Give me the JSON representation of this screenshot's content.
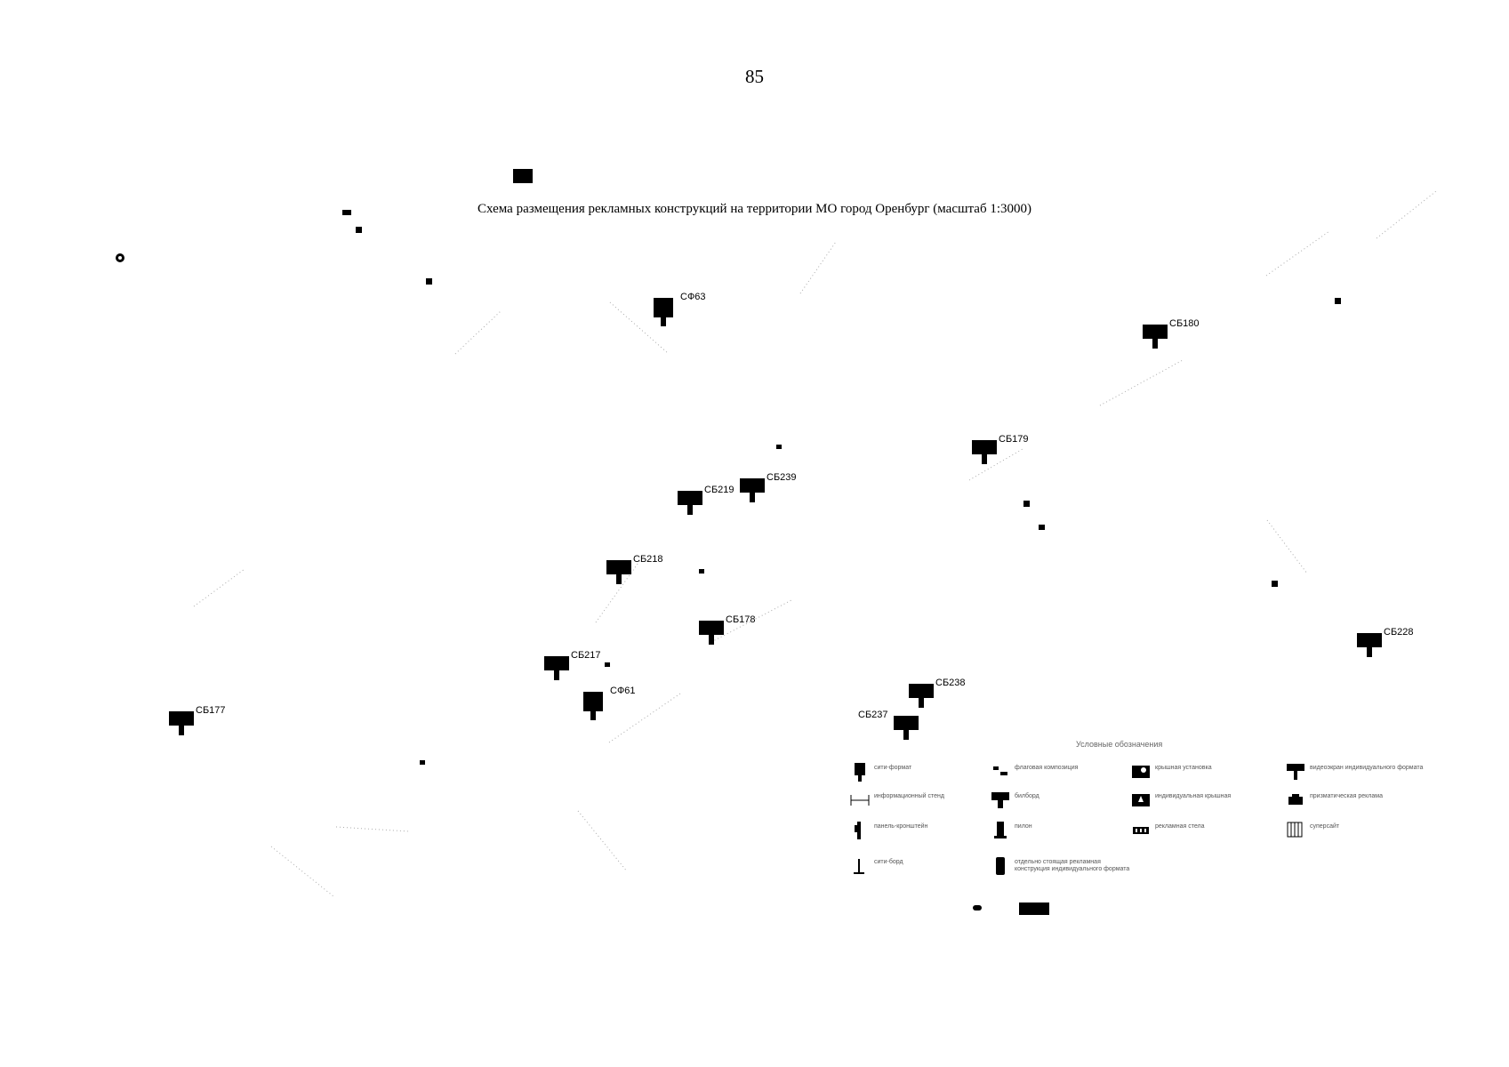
{
  "page": {
    "number": "85"
  },
  "map": {
    "title": "Схема размещения рекламных конструкций на территории МО город Оренбург (масштаб 1:3000)"
  },
  "signs": [
    {
      "code": "СФ63",
      "type": "city-format"
    },
    {
      "code": "СБ180",
      "type": "billboard"
    },
    {
      "code": "СБ179",
      "type": "billboard"
    },
    {
      "code": "СБ239",
      "type": "billboard"
    },
    {
      "code": "СБ219",
      "type": "billboard"
    },
    {
      "code": "СБ218",
      "type": "billboard"
    },
    {
      "code": "СБ178",
      "type": "billboard"
    },
    {
      "code": "СБ217",
      "type": "billboard"
    },
    {
      "code": "СФ61",
      "type": "city-format"
    },
    {
      "code": "СБ177",
      "type": "billboard"
    },
    {
      "code": "СБ238",
      "type": "billboard"
    },
    {
      "code": "СБ237",
      "type": "billboard"
    },
    {
      "code": "СБ228",
      "type": "billboard"
    }
  ],
  "legend": {
    "title": "Условные обозначения",
    "items": [
      {
        "label": "сити-формат",
        "icon": "city-format-icon"
      },
      {
        "label": "флаговая композиция",
        "icon": "flag-composition-icon"
      },
      {
        "label": "крышная установка",
        "icon": "roof-installation-icon"
      },
      {
        "label": "видеоэкран индивидуального формата",
        "icon": "video-screen-icon"
      },
      {
        "label": "информационный стенд",
        "icon": "info-stand-icon"
      },
      {
        "label": "билборд",
        "icon": "billboard-icon"
      },
      {
        "label": "индивидуальная крышная",
        "icon": "individual-roof-icon"
      },
      {
        "label": "призматическая реклама",
        "icon": "prism-icon"
      },
      {
        "label": "панель-кронштейн",
        "icon": "bracket-panel-icon"
      },
      {
        "label": "пилон",
        "icon": "pylon-icon"
      },
      {
        "label": "рекламная стела",
        "icon": "stele-icon"
      },
      {
        "label": "суперсайт",
        "icon": "supersite-icon"
      },
      {
        "label": "сити-борд",
        "icon": "city-board-icon"
      },
      {
        "label": "отдельно стоящая рекламная конструкция индивидуального формата",
        "icon": "individual-structure-icon"
      }
    ]
  }
}
